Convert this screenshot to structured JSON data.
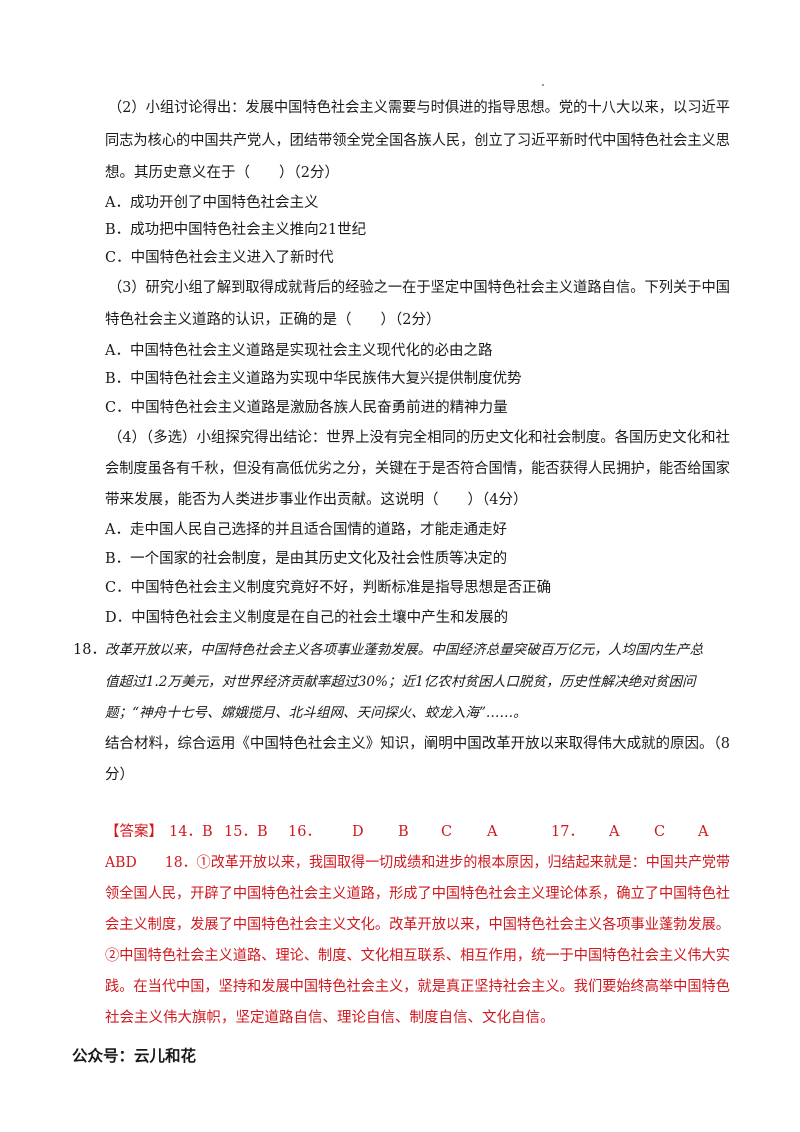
{
  "q17": {
    "p2_lines": [
      "（2）小组讨论得出：发展中国特色社会主义需要与时俱进的指导思想。党的十八大以来，以习近平",
      "同志为核心的中国共产党人，团结带领全党全国各族人民，创立了习近平新时代中国特色社会主义思",
      "想。其历史意义在于（　　）（2分）"
    ],
    "p2_options": [
      "A．成功开创了中国特色社会主义",
      "B．成功把中国特色社会主义推向21世纪",
      "C．中国特色社会主义进入了新时代"
    ],
    "p3_lines": [
      "（3）研究小组了解到取得成就背后的经验之一在于坚定中国特色社会主义道路自信。下列关于中国",
      "特色社会主义道路的认识，正确的是（　　）（2分）"
    ],
    "p3_options": [
      "A．中国特色社会主义道路是实现社会主义现代化的必由之路",
      "B．中国特色社会主义道路为实现中华民族伟大复兴提供制度优势",
      "C．中国特色社会主义道路是激励各族人民奋勇前进的精神力量"
    ],
    "p4_lines": [
      "（4）（多选）小组探究得出结论：世界上没有完全相同的历史文化和社会制度。各国历史文化和社",
      "会制度虽各有千秋，但没有高低优劣之分，关键在于是否符合国情，能否获得人民拥护，能否给国家",
      "带来发展，能否为人类进步事业作出贡献。这说明（　　）（4分）"
    ],
    "p4_options": [
      "A．走中国人民自己选择的并且适合国情的道路，才能走通走好",
      "B．一个国家的社会制度，是由其历史文化及社会性质等决定的",
      "C．中国特色社会主义制度究竟好不好，判断标准是指导思想是否正确",
      "D．中国特色社会主义制度是在自己的社会土壤中产生和发展的"
    ]
  },
  "q18": {
    "number": "18．",
    "lines": [
      "改革开放以来，中国特色社会主义各项事业蓬勃发展。中国经济总量突破百万亿元，人均国内生产总",
      "值超过1.2万美元，对世界经济贡献率超过30%；近1亿农村贫困人口脱贫，历史性解决绝对贫困问",
      "题；“神舟十七号、嫦娥揽月、北斗组网、天问探火、蛟龙入海”……。"
    ],
    "task_lines": [
      "结合材料，综合运用《中国特色社会主义》知识，阐明中国改革开放以来取得伟大成就的原因。（8",
      "分）"
    ]
  },
  "answer": {
    "label": "【答案】",
    "row1": [
      "14．B",
      "15．B",
      "16．",
      "D",
      "B",
      "C",
      "A",
      "17．",
      "A",
      "C",
      "A"
    ],
    "lines": [
      "ABD　　18．①改革开放以来，我国取得一切成绩和进步的根本原因，归结起来就是：中国共产党带",
      "领全国人民，开辟了中国特色社会主义道路，形成了中国特色社会主义理论体系，确立了中国特色社",
      "会主义制度，发展了中国特色社会主义文化。改革开放以来，中国特色社会主义各项事业蓬勃发展。",
      "②中国特色社会主义道路、理论、制度、文化相互联系、相互作用，统一于中国特色社会主义伟大实",
      "践。在当代中国，坚持和发展中国特色社会主义，就是真正坚持社会主义。我们要始终高举中国特色",
      "社会主义伟大旗帜，坚定道路自信、理论自信、制度自信、文化自信。"
    ]
  },
  "footer": "公众号：云儿和花"
}
